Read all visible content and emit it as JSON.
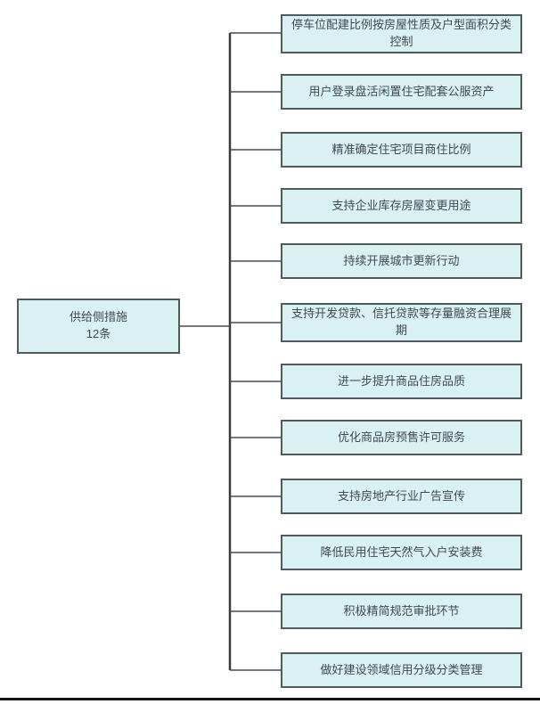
{
  "diagram": {
    "root": {
      "title": "供给侧措施",
      "subtitle": "12条"
    },
    "branches": [
      {
        "label": "停车位配建比例按房屋性质及户型面积分类控制"
      },
      {
        "label": "用户登录盘活闲置住宅配套公服资产"
      },
      {
        "label": "精准确定住宅项目商住比例"
      },
      {
        "label": "支持企业库存房屋变更用途"
      },
      {
        "label": "持续开展城市更新行动"
      },
      {
        "label": "支持开发贷款、信托贷款等存量融资合理展期"
      },
      {
        "label": "进一步提升商品住房品质"
      },
      {
        "label": "优化商品房预售许可服务"
      },
      {
        "label": "支持房地产行业广告宣传"
      },
      {
        "label": "降低民用住宅天然气入户安装费"
      },
      {
        "label": "积极精简规范审批环节"
      },
      {
        "label": "做好建设领域信用分级分类管理"
      }
    ],
    "colors": {
      "node_fill": "#d9f1f0",
      "node_border": "#4e5b60",
      "connector": "#3f3f3f",
      "text": "#3f4a4f",
      "bottom_rule": "#141414"
    }
  }
}
